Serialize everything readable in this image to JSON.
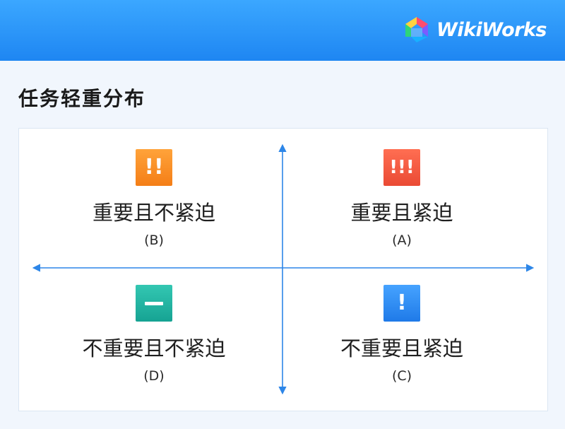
{
  "header": {
    "brand": "WikiWorks",
    "colors": {
      "top": "#3ba7ff",
      "bottom": "#1e86f2"
    }
  },
  "page": {
    "title": "任务轻重分布"
  },
  "quadrants": {
    "top_left": {
      "icon": "double-exclamation-icon",
      "glyph": "!!",
      "color": "#fb8a24",
      "label": "重要且不紧迫",
      "code": "(B)"
    },
    "top_right": {
      "icon": "triple-exclamation-icon",
      "glyph": "!!!",
      "color": "#f3573f",
      "label": "重要且紧迫",
      "code": "(A)"
    },
    "bottom_left": {
      "icon": "minus-icon",
      "glyph": "—",
      "color": "#21b5a2",
      "label": "不重要且不紧迫",
      "code": "(D)"
    },
    "bottom_right": {
      "icon": "single-exclamation-icon",
      "glyph": "!",
      "color": "#2f8bf3",
      "label": "不重要且紧迫",
      "code": "(C)"
    }
  },
  "axis_color": "#2d86e8"
}
